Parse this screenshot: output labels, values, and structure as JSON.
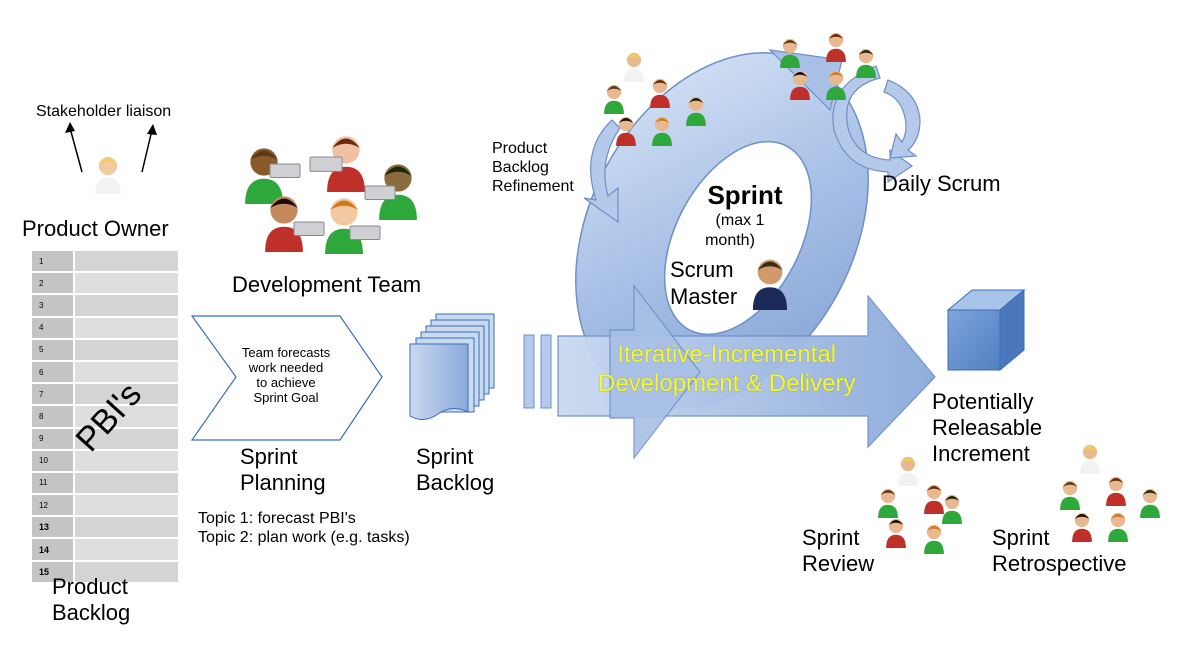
{
  "roles": {
    "stakeholder_liaison": "Stakeholder liaison",
    "product_owner": "Product Owner",
    "development_team": "Development Team",
    "scrum_master_line1": "Scrum",
    "scrum_master_line2": "Master"
  },
  "product_backlog": {
    "label_line1": "Product",
    "label_line2": "Backlog",
    "pbis_label": "PBI's",
    "rows": [
      "1",
      "2",
      "3",
      "4",
      "5",
      "6",
      "7",
      "8",
      "9",
      "10",
      "11",
      "12",
      "13",
      "14",
      "15"
    ]
  },
  "sprint_planning": {
    "arrow_text_line1": "Team forecasts",
    "arrow_text_line2": "work needed",
    "arrow_text_line3": "to achieve",
    "arrow_text_line4": "Sprint Goal",
    "label_line1": "Sprint",
    "label_line2": "Planning",
    "topic1": "Topic 1: forecast PBI's",
    "topic2": "Topic 2: plan work (e.g. tasks)"
  },
  "sprint_backlog": {
    "label_line1": "Sprint",
    "label_line2": "Backlog"
  },
  "refinement": {
    "line1": "Product",
    "line2": "Backlog",
    "line3": "Refinement"
  },
  "sprint": {
    "title": "Sprint",
    "sub_line1": "(max 1",
    "sub_line2": "month)"
  },
  "daily_scrum": "Daily Scrum",
  "iterative": {
    "line1": "Iterative-Incremental",
    "line2": "Development & Delivery"
  },
  "increment": {
    "line1": "Potentially",
    "line2": "Releasable",
    "line3": "Increment"
  },
  "sprint_review": {
    "line1": "Sprint",
    "line2": "Review"
  },
  "sprint_retro": {
    "line1": "Sprint",
    "line2": "Retrospective"
  },
  "colors": {
    "blue_light": "#c9d9f0",
    "blue_mid": "#9fb8e0",
    "blue_dark": "#6d8fc8",
    "cube": "#6a96cf",
    "iterative_text": "#f7f733",
    "shirt_green": "#2ea83a",
    "shirt_red": "#c0302a",
    "suit_navy": "#1c2a5a"
  }
}
